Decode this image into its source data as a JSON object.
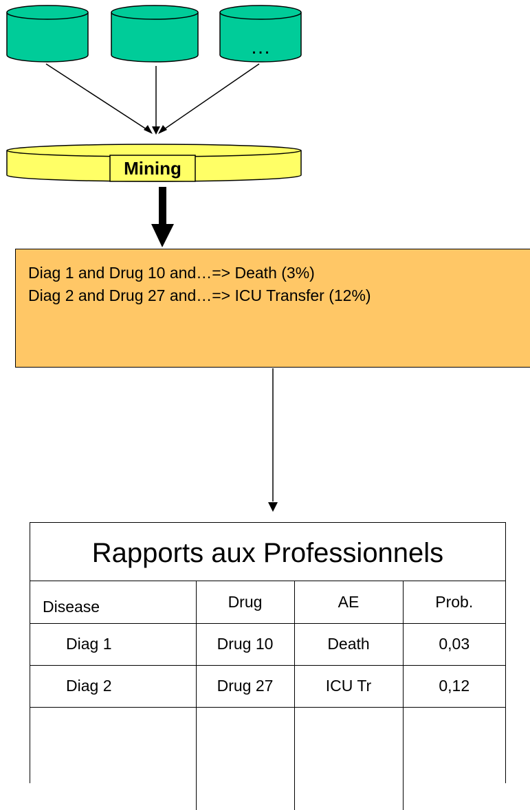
{
  "database_ellipsis": "…",
  "mining_label": "Mining",
  "rules": [
    "Diag 1 and Drug 10 and…=> Death (3%)",
    "Diag 2 and Drug 27 and…=> ICU Transfer (12%)"
  ],
  "report": {
    "title": "Rapports aux Professionnels",
    "headers": [
      "Disease",
      "Drug",
      "AE",
      "Prob."
    ],
    "rows": [
      [
        "Diag 1",
        "Drug 10",
        "Death",
        "0,03"
      ],
      [
        "Diag 2",
        "Drug 27",
        "ICU Tr",
        "0,12"
      ]
    ]
  },
  "colors": {
    "database_fill": "#00cc99",
    "mining_fill": "#ffff66",
    "rules_fill": "#ffc766"
  }
}
